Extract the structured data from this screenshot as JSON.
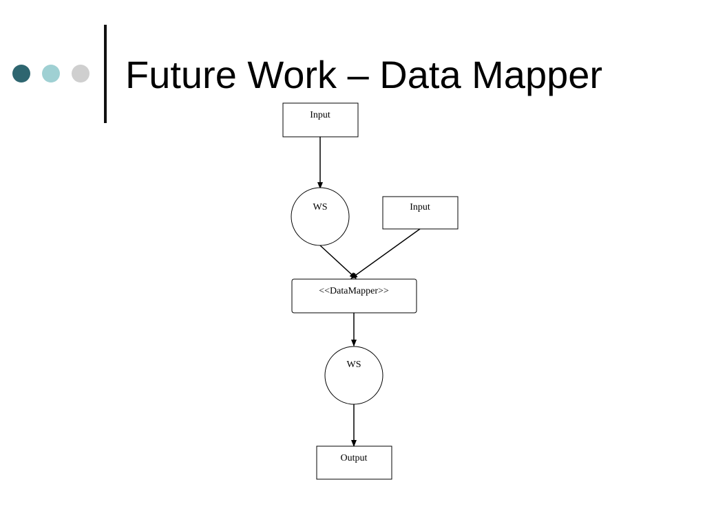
{
  "slide": {
    "title": "Future Work – Data Mapper",
    "bullet_colors": [
      "#2e6670",
      "#9fd0d3",
      "#cfcfcf"
    ]
  },
  "diagram": {
    "nodes": {
      "input_top": "Input",
      "ws_top": "WS",
      "input_right": "Input",
      "data_mapper": "<<DataMapper>>",
      "ws_bottom": "WS",
      "output": "Output"
    }
  }
}
